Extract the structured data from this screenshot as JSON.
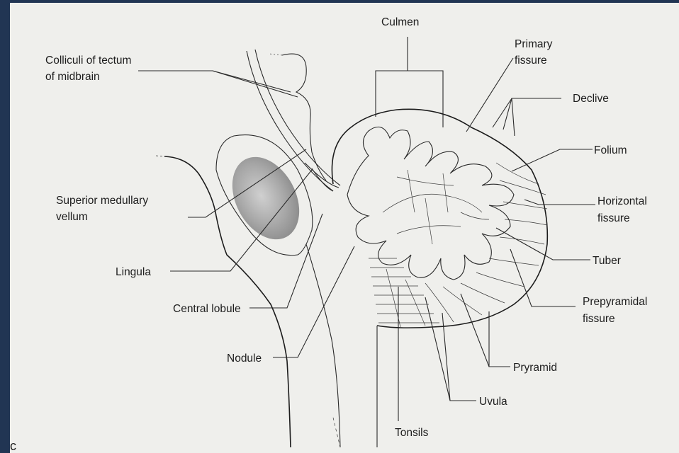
{
  "figure": {
    "panel_letter": "c",
    "labels": {
      "culmen": "Culmen",
      "colliculi": [
        "Colliculi of tectum",
        "of midbrain"
      ],
      "primary_fissure": [
        "Primary",
        "fissure"
      ],
      "declive": "Declive",
      "folium": "Folium",
      "superior_medullary_velum": [
        "Superior medullary",
        "vellum"
      ],
      "horizontal_fissure": [
        "Horizontal",
        "fissure"
      ],
      "tuber": "Tuber",
      "lingula": "Lingula",
      "prepyramidal_fissure": [
        "Prepyramidal",
        "fissure"
      ],
      "central_lobule": "Central lobule",
      "nodule": "Nodule",
      "pyramid": "Pryramid",
      "uvula": "Uvula",
      "tonsils": "Tonsils"
    },
    "colors": {
      "frame": "#213553",
      "paper": "#efefec",
      "ink": "#1d1d1d",
      "ventricle_fill": "#9a9a9a"
    }
  }
}
